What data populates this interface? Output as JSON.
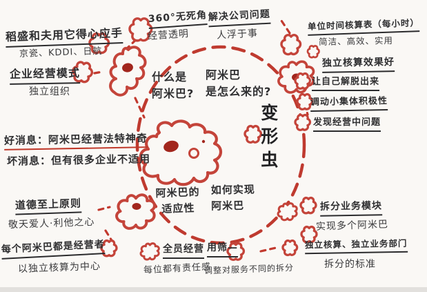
{
  "colors": {
    "ink_red": "#c2392e",
    "nucleus_red": "#a2261d",
    "text_ink": "#2f2f31",
    "paper": "#faf8f5"
  },
  "topLeft": {
    "inamori_title": "稻盛和夫用它得心应手",
    "inamori_sub": "京瓷、KDDI、日航",
    "model_title": "企业经营模式",
    "model_sub": "独立组织"
  },
  "top": {
    "deg360_title": "360°无死角",
    "deg360_sub": "经营透明",
    "solve_title": "解决公司问题",
    "solve_sub": "人浮于事"
  },
  "topRight": {
    "unit_title": "单位时间核算表（每小时）",
    "unit_sub": "简洁、高效、实用",
    "indep_title": "独立核算效果好",
    "bullets": [
      "让自己解脱出来",
      "调动小集体积极性",
      "发现经营中问题"
    ]
  },
  "center": {
    "what_is": "什么是\n阿米巴?",
    "origin": "阿米巴\n是怎么来的?",
    "creature": "变形虫"
  },
  "left": {
    "good_news": "好消息：阿米巴经营法特神奇",
    "bad_news": "坏消息：但有很多企业不适用"
  },
  "bottomLeft": {
    "moral_title": "道德至上原则",
    "moral_sub": "敬天爱人·利他之心",
    "operator_title": "每个阿米巴都是经营者",
    "operator_sub": "以独立核算为中心"
  },
  "bottomCenter": {
    "adapt": "阿米巴的\n适应性",
    "how": "如何实现\n阿米巴",
    "all_title": "全员经营",
    "all_sub": "每位都有责任感",
    "sieve_title": "用筛—",
    "sieve_sub": "调整对服务不同的拆分"
  },
  "bottomRight": {
    "split_title": "拆分业务模块",
    "split_sub": "实现多个阿米巴",
    "standard_title": "独立核算、独立业务部门",
    "standard_sub": "拆分的标准"
  }
}
